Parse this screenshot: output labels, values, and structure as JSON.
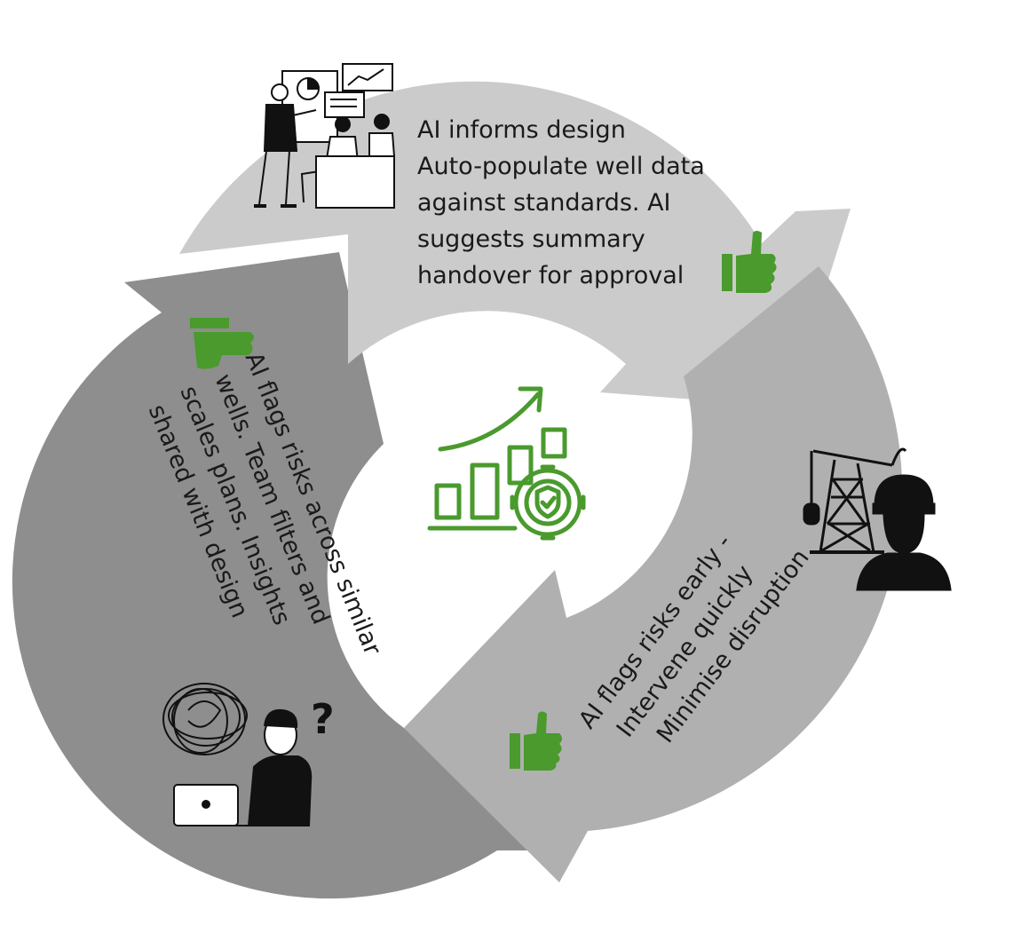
{
  "colors": {
    "top_arrow": "#cbcbcb",
    "right_arrow": "#b0b0b0",
    "left_arrow": "#8e8e8e",
    "accent_green": "#4a9a2e",
    "ink": "#111111"
  },
  "stages": [
    {
      "id": "design",
      "lines": [
        "AI informs design",
        "Auto-populate well data",
        "against  standards. AI",
        "suggests summary",
        "handover for approval"
      ],
      "icon": "thumbs-up-icon",
      "illustration": "team-meeting-illustration"
    },
    {
      "id": "operations",
      "lines": [
        "AI flags risks early -",
        "Intervene quickly",
        "Minimise disruption"
      ],
      "icon": "thumbs-up-icon",
      "illustration": "oil-rig-worker-illustration"
    },
    {
      "id": "review",
      "lines": [
        "AI flags risks across similar",
        "wells. Team filters and",
        "scales plans. Insights",
        "shared with design"
      ],
      "icon": "thumbs-up-icon",
      "illustration": "confused-analyst-illustration"
    }
  ],
  "center_icon": "growth-gear-shield-icon"
}
